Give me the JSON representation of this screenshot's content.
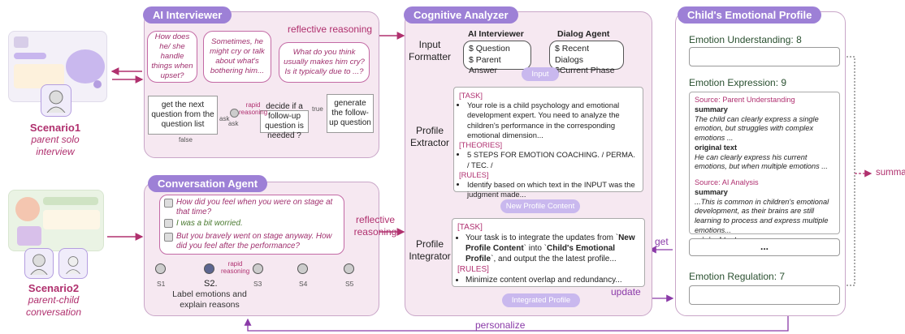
{
  "scenario1": {
    "title": "Scenario1",
    "subtitle_1": "parent solo",
    "subtitle_2": "interview"
  },
  "scenario2": {
    "title": "Scenario2",
    "subtitle_1": "parent-child",
    "subtitle_2": "conversation"
  },
  "interviewer": {
    "title": "AI Interviewer",
    "bubble1": "How does he/ she handle things when upset?",
    "bubble2": "Sometimes, he might cry or talk about what's bothering him...",
    "bubble3": "What do you think usually makes him cry? Is it typically due to ...?",
    "box1": "get the next question from the question list",
    "box2": "decide if a follow-up question is needed ?",
    "box3": "generate the follow-up question",
    "ask1": "ask",
    "ask2": "ask",
    "rapid": "rapid",
    "reasoning": "reasoning",
    "true": "true",
    "false": "false"
  },
  "reflective_top": "reflective reasoning",
  "reflective_mid_1": "reflective",
  "reflective_mid_2": "reasoning",
  "agent": {
    "title": "Conversation Agent",
    "line1": "How did you feel when you were on stage at that time?",
    "line2": "I was a bit worried.",
    "line3": "But you bravely went on stage anyway. How did you feel after the performance?",
    "stages": [
      "S1",
      "S2.",
      "S3",
      "S4",
      "S5"
    ],
    "rapid": "rapid",
    "reasoning": "reasoning",
    "s2_desc_1": "Label emotions and",
    "s2_desc_2": "explain reasons"
  },
  "analyzer": {
    "title": "Cognitive Analyzer",
    "input_formatter_1": "Input",
    "input_formatter_2": "Formatter",
    "interviewer_head": "AI Interviewer",
    "interviewer_items": [
      "$ Question",
      "$ Parent Answer"
    ],
    "dialog_head": "Dialog Agent",
    "dialog_items": [
      "$ Recent Dialogs",
      "$Current Phase"
    ],
    "input_pill": "Input",
    "profile_extractor_1": "Profile",
    "profile_extractor_2": "Extractor",
    "extractor_task": "[TASK]",
    "extractor_task_text": "Your role is a child psychology and emotional development expert. You need to analyze the children's performance in the corresponding emotional dimension...",
    "extractor_theories": "[THEORIES]",
    "extractor_theories_text": "5 STEPS FOR EMOTION COACHING. / PERMA. / TEC. /",
    "extractor_rules": "[RULES]",
    "extractor_rules_text": "Identify based on which text in the INPUT was the judgment made...",
    "new_profile_pill": "New Profile Content",
    "profile_integrator_1": "Profile",
    "profile_integrator_2": "Integrator",
    "integrator_task": "[TASK]",
    "integrator_task_text_a": "Your task is to integrate the updates from `",
    "integrator_task_bold_1": "New Profile Content",
    "integrator_task_text_b": "` into `",
    "integrator_task_bold_2": "Child's Emotional Profile",
    "integrator_task_text_c": "`, and output the the latest profile...",
    "integrator_rules": "[RULES]",
    "integrator_rules_text": "Minimize content overlap and redundancy...",
    "integrated_pill": "Integrated Profile"
  },
  "get_label": "get",
  "update_label": "update",
  "personalize_label": "personalize",
  "summary_label": "summary",
  "profile": {
    "title": "Child's Emotional Profile",
    "emo1": "Emotion Understanding: 8",
    "emo2": "Emotion Expression: 9",
    "emo3": "Emotion Regulation: 7",
    "src1": "Source:  Parent Understanding",
    "summary_head": "summary",
    "summary1": "The child can clearly express a single emotion, but struggles with complex emotions ...",
    "original_head": "original text",
    "original1": "He can clearly express his current emotions, but when multiple emotions  ...",
    "src2": "Source:  AI Analysis",
    "summary2": "...This is common in children's emotional development, as their brains are still learning to process and express multiple emotions...",
    "original2": "...",
    "ellipsis": "..."
  },
  "colors": {
    "accent": "#9d80d6",
    "magenta": "#b0306e",
    "panel_bg": "#f6e8f1",
    "arrow": "#8a3aa8"
  }
}
